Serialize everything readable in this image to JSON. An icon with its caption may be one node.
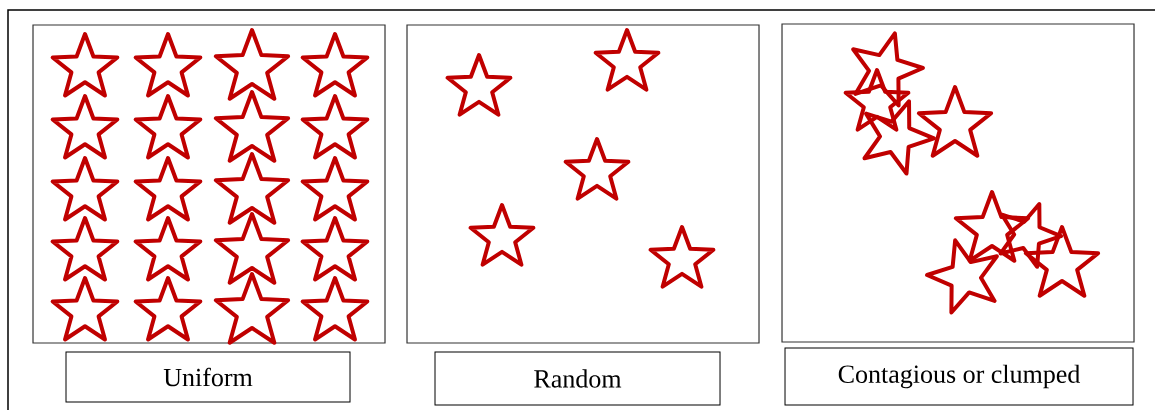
{
  "diagram": {
    "nodes": [
      {
        "text": [
          "Uniform"
        ]
      },
      {
        "text": [
          "Random"
        ]
      },
      {
        "text": [
          "Contagious or clumped"
        ]
      }
    ]
  }
}
